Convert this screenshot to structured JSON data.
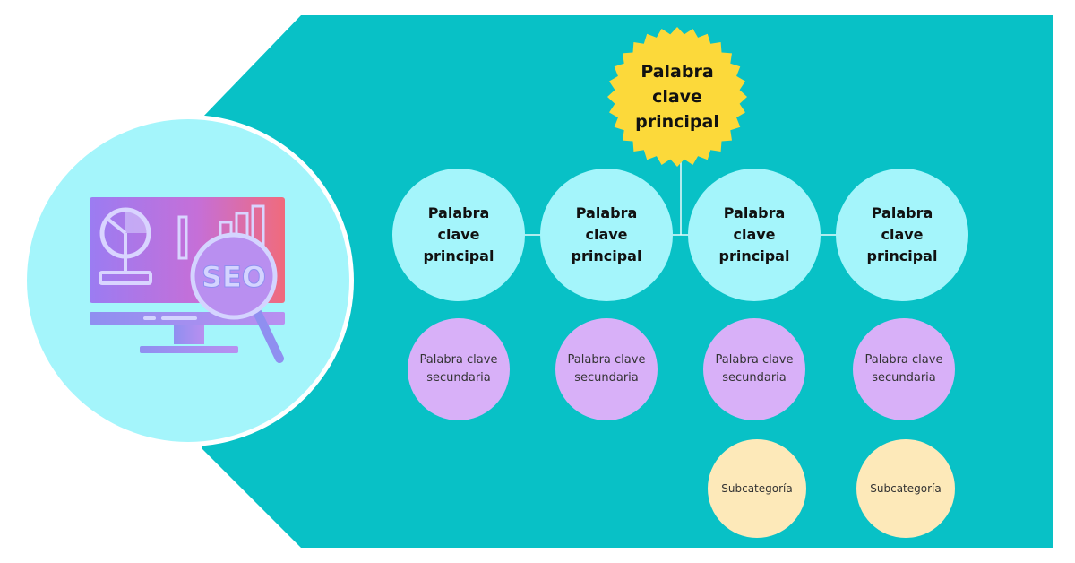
{
  "colors": {
    "background": "#ffffff",
    "panel": "#08c1c6",
    "circle_light": "#a4f5fb",
    "badge": "#fcd93a",
    "secondary": "#d8b0f8",
    "subcategory": "#fde9b9"
  },
  "illustration": {
    "icon": "seo-monitor-magnifier-icon",
    "text": "SEO"
  },
  "root": {
    "label": "Palabra clave principal"
  },
  "primary_nodes": [
    {
      "label": "Palabra clave principal"
    },
    {
      "label": "Palabra clave principal"
    },
    {
      "label": "Palabra clave principal"
    },
    {
      "label": "Palabra clave principal"
    }
  ],
  "secondary_nodes": [
    {
      "label": "Palabra clave secundaria"
    },
    {
      "label": "Palabra clave secundaria"
    },
    {
      "label": "Palabra clave secundaria"
    },
    {
      "label": "Palabra clave secundaria"
    }
  ],
  "subcategory_nodes": [
    {
      "label": "Subcategoría"
    },
    {
      "label": "Subcategoría"
    }
  ]
}
